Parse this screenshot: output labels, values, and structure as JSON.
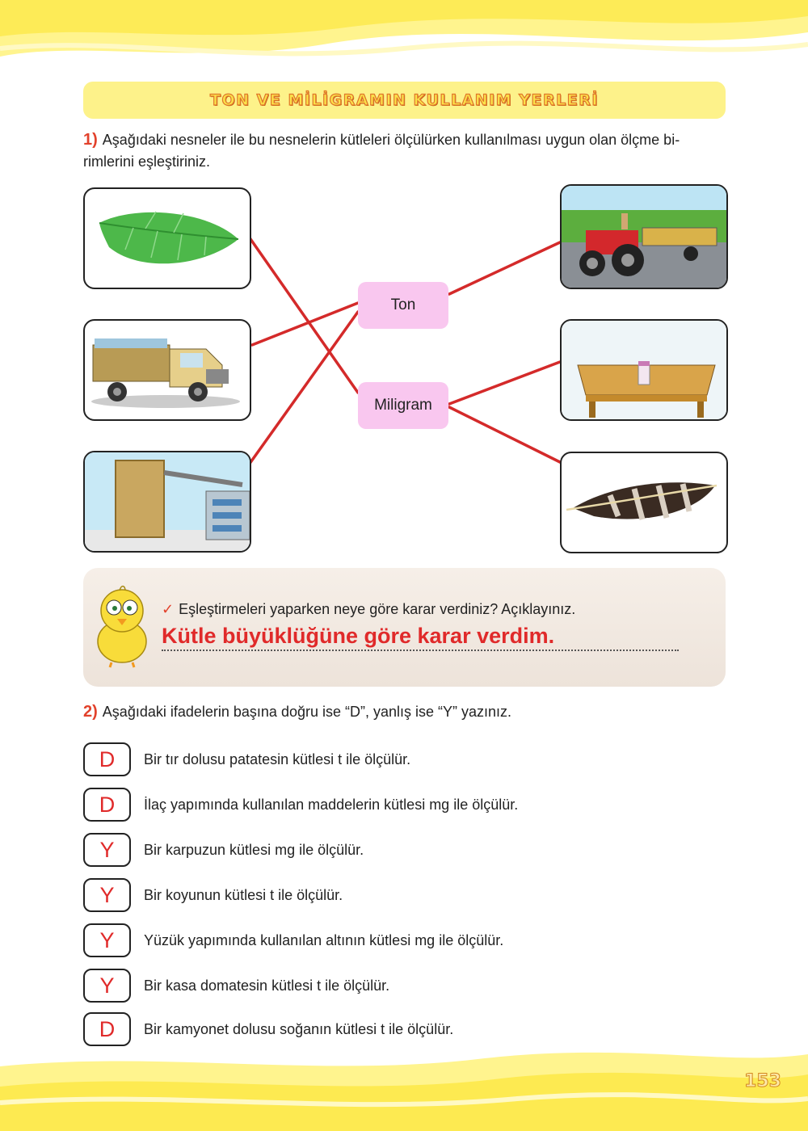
{
  "title": "TON VE MİLİGRAMIN KULLANIM YERLERİ",
  "question1": {
    "number": "1)",
    "text": "Aşağıdaki nesneler ile bu nesnelerin kütleleri ölçülürken kullanılması uygun olan ölçme bi-",
    "text_line2": "rimlerini eşleştiriniz.",
    "units": [
      "Ton",
      "Miligram"
    ],
    "left_objects": [
      "leaf-image",
      "truck-image",
      "silo-image"
    ],
    "right_objects": [
      "tractor-image",
      "medicine-bottle-image",
      "feather-image"
    ],
    "colors": {
      "connector": "#d42a2a",
      "unit_box": "#f9c7ef"
    }
  },
  "reflection": {
    "prompt": "Eşleştirmeleri yaparken neye göre karar verdiniz? Açıklayınız.",
    "answer": "Kütle büyüklüğüne göre karar verdim."
  },
  "question2": {
    "number": "2)",
    "text": "Aşağıdaki ifadelerin başına doğru ise “D”, yanlış ise “Y” yazınız.",
    "items": [
      {
        "answer": "D",
        "statement": "Bir tır dolusu patatesin kütlesi t ile ölçülür."
      },
      {
        "answer": "D",
        "statement": "İlaç yapımında kullanılan maddelerin kütlesi mg ile ölçülür."
      },
      {
        "answer": "Y",
        "statement": "Bir karpuzun kütlesi mg ile ölçülür."
      },
      {
        "answer": "Y",
        "statement": "Bir koyunun kütlesi t ile ölçülür."
      },
      {
        "answer": "Y",
        "statement": "Yüzük yapımında kullanılan altının kütlesi mg ile ölçülür."
      },
      {
        "answer": "Y",
        "statement": "Bir kasa domatesin kütlesi t ile ölçülür."
      },
      {
        "answer": "D",
        "statement": "Bir kamyonet dolusu soğanın kütlesi t ile ölçülür."
      }
    ]
  },
  "page_number": "153"
}
